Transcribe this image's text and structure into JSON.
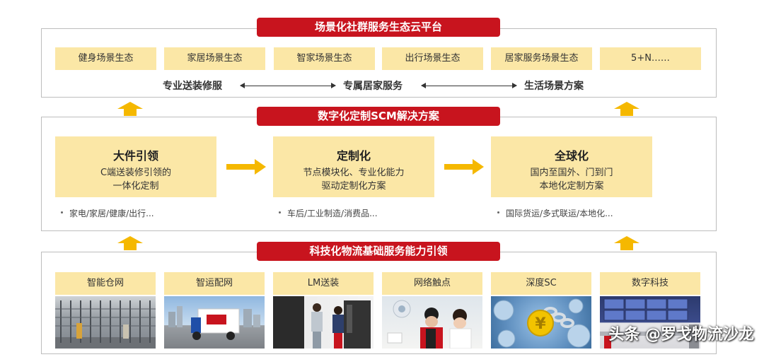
{
  "top": {
    "banner": "场景化社群服务生态云平台",
    "tiles": [
      "健身场景生态",
      "家居场景生态",
      "智家场景生态",
      "出行场景生态",
      "居家服务场景生态",
      "5+N……"
    ],
    "services": [
      "专业送装修服",
      "专属居家服务",
      "生活场景方案"
    ]
  },
  "middle": {
    "banner": "数字化定制SCM解决方案",
    "boxes": [
      {
        "title": "大件引领",
        "line1": "C端送装修引领的",
        "line2": "一体化定制",
        "bullet": "家电/家居/健康/出行..."
      },
      {
        "title": "定制化",
        "line1": "节点模块化、专业化能力",
        "line2": "驱动定制化方案",
        "bullet": "车后/工业制造/消费品..."
      },
      {
        "title": "全球化",
        "line1": "国内至国外、门到门",
        "line2": "本地化定制方案",
        "bullet": "国际货运/多式联运/本地化..."
      }
    ]
  },
  "bottom": {
    "banner": "科技化物流基础服务能力引领",
    "tiles": [
      "智能仓网",
      "智运配网",
      "LM送装",
      "网络触点",
      "深度SC",
      "数字科技"
    ]
  },
  "watermark": "头条 @罗戈物流沙龙",
  "colors": {
    "accent_red": "#c8141e",
    "tile_yellow": "#fbe7a6",
    "arrow_yellow": "#f5b800"
  }
}
